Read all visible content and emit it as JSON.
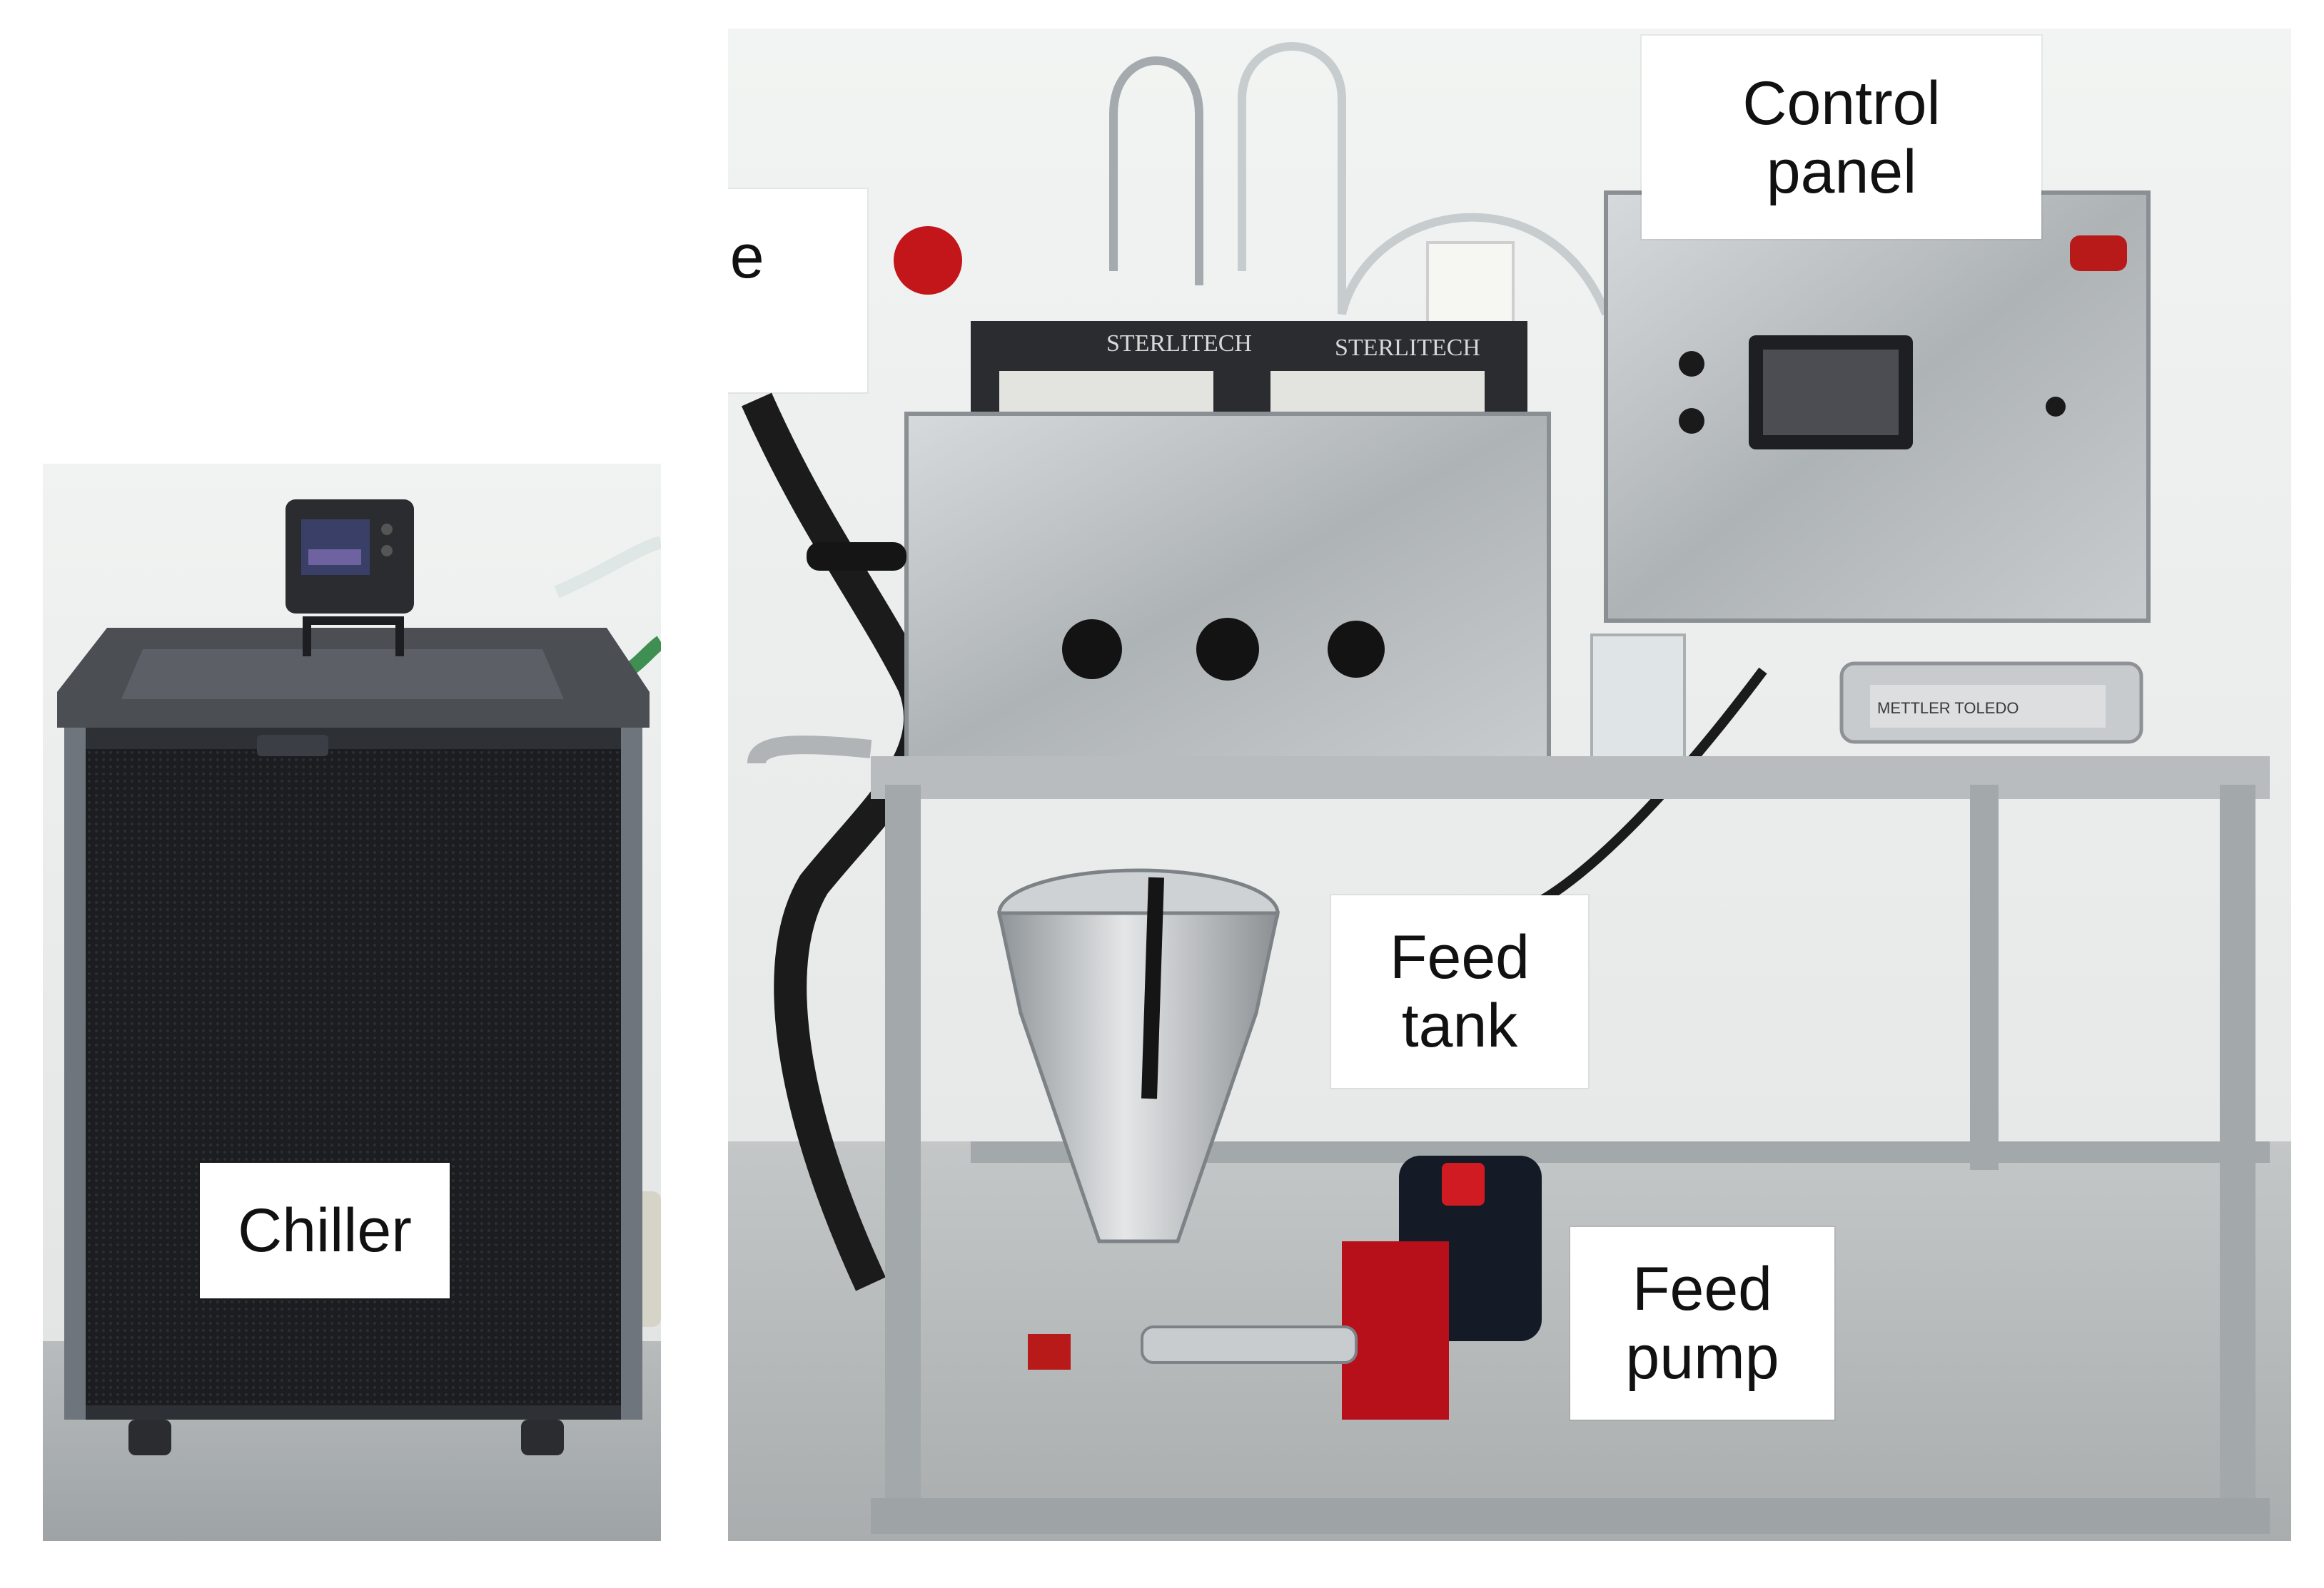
{
  "figure": {
    "left_panel": {
      "label": [
        "Chiller"
      ]
    },
    "right_panel": {
      "labels": {
        "membrane_cell": [
          "Membrane",
          "cell"
        ],
        "control_panel": [
          "Control",
          "panel"
        ],
        "feed_tank": [
          "Feed",
          "tank"
        ],
        "feed_pump": [
          "Feed",
          "pump"
        ]
      },
      "brand_text": [
        "STERLITECH",
        "STERLITECH"
      ],
      "scale_brand": "METTLER TOLEDO"
    }
  },
  "colors": {
    "background": "#ffffff",
    "wall": "#e9ecec",
    "stainless": "#b9bdc0",
    "chiller_body": "#1c1e22",
    "pump_red": "#b8101a"
  }
}
